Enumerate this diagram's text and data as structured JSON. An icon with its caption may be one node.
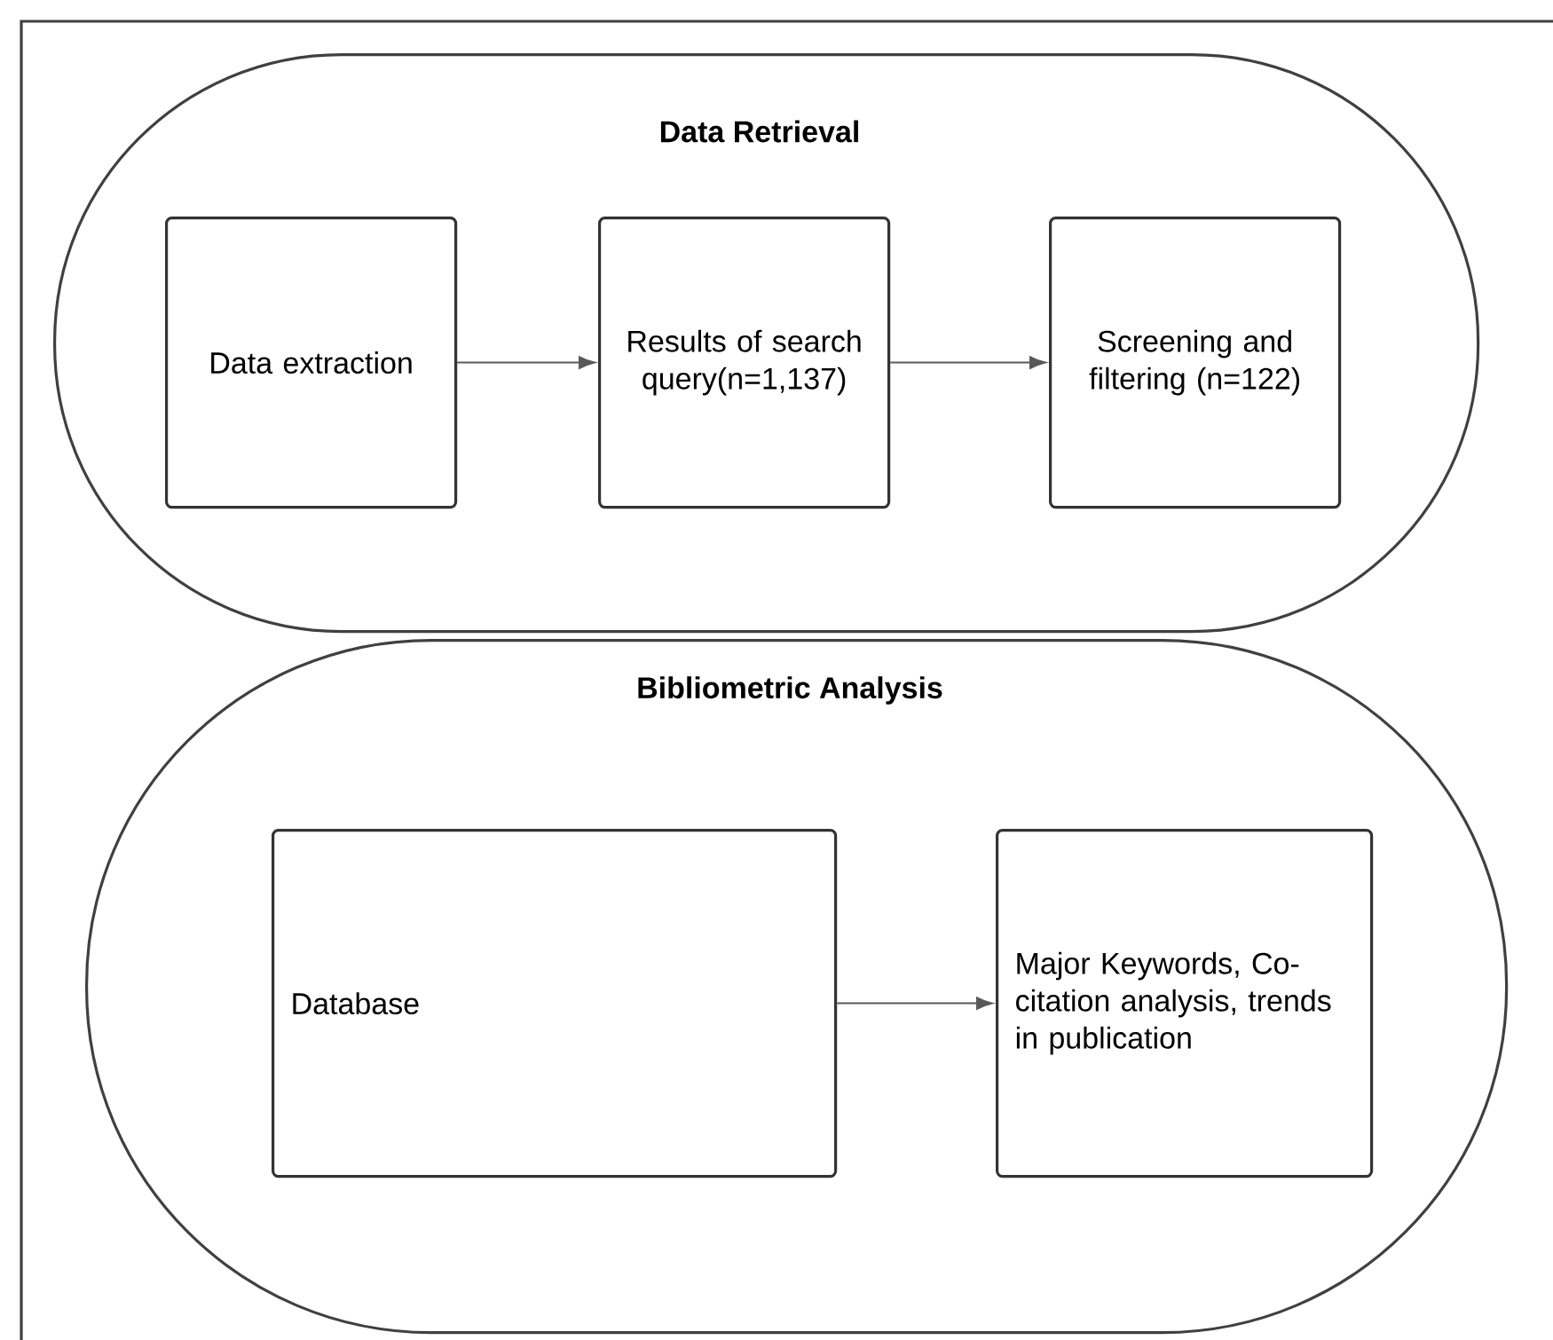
{
  "diagram": {
    "nodes": [
      {
        "text": [
          "Data Retrieval"
        ]
      },
      {
        "text": [
          "Data extraction"
        ],
        "in": 0
      },
      {
        "text": [
          "Results of search query(n=1,137)"
        ],
        "in": 0
      },
      {
        "text": [
          "Screening and filtering (n=122)"
        ],
        "in": 0
      },
      {
        "text": [
          "Bibliometric Analysis"
        ]
      },
      {
        "text": [
          "Database"
        ],
        "in": 4
      },
      {
        "text": [
          "Major Keywords, Co-citation analysis, trends in publication"
        ],
        "in": 4
      }
    ],
    "edges": [
      {
        "from": 1,
        "to": 2,
        "arrow": "to"
      },
      {
        "from": 2,
        "to": 3,
        "arrow": "to"
      },
      {
        "from": 5,
        "to": 6,
        "arrow": "to"
      }
    ]
  }
}
